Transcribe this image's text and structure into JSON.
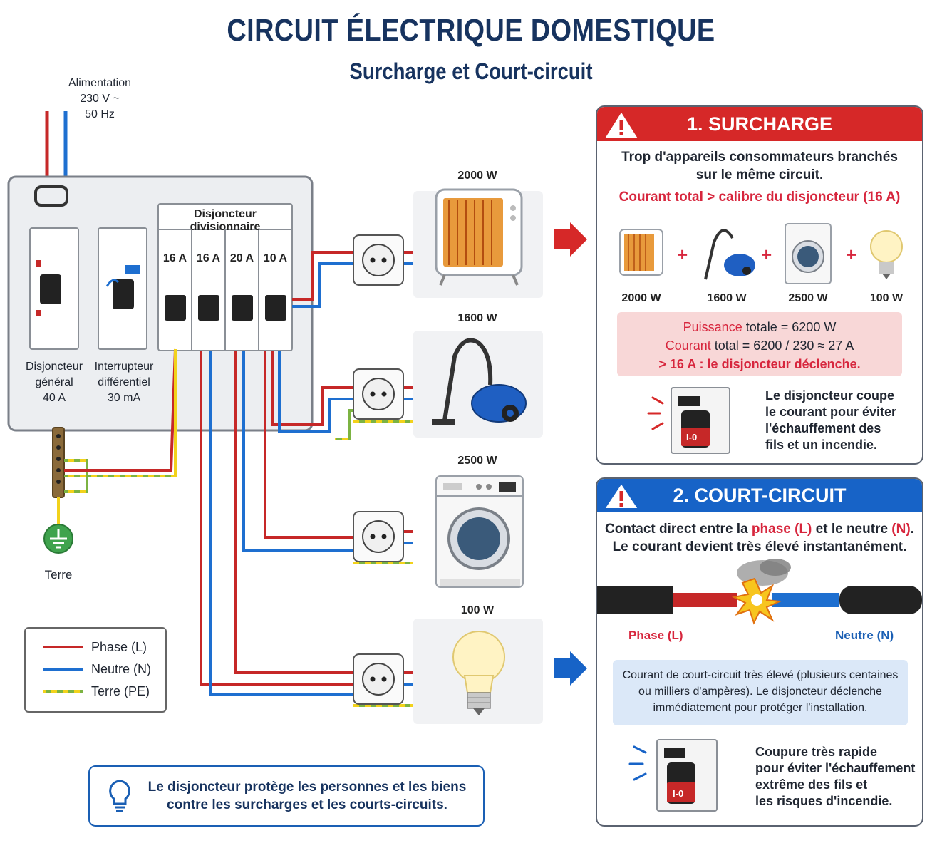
{
  "title": "CIRCUIT ÉLECTRIQUE DOMESTIQUE",
  "subtitle": "Surcharge et Court-circuit",
  "supply": {
    "line1": "Alimentation",
    "line2": "230 V ~",
    "line3": "50 Hz"
  },
  "panel": {
    "divisional_label": "Disjoncteur divisionnaire",
    "breakers": [
      "16 A",
      "16 A",
      "20 A",
      "10 A"
    ],
    "main_breaker": {
      "line1": "Disjoncteur",
      "line2": "général",
      "line3": "40 A"
    },
    "rcd": {
      "line1": "Interrupteur",
      "line2": "différentiel",
      "line3": "30 mA"
    }
  },
  "earth_label": "Terre",
  "appliances": [
    {
      "power": "2000 W",
      "icon": "radiator-icon"
    },
    {
      "power": "1600 W",
      "icon": "vacuum-icon"
    },
    {
      "power": "2500 W",
      "icon": "washing-machine-icon"
    },
    {
      "power": "100 W",
      "icon": "light-bulb-icon"
    }
  ],
  "legend": {
    "phase": "Phase (L)",
    "neutral": "Neutre (N)",
    "earth": "Terre (PE)"
  },
  "tip": {
    "line1": "Le disjoncteur protège les personnes et les biens",
    "line2": "contre les surcharges et les courts-circuits."
  },
  "surcharge": {
    "title": "1. SURCHARGE",
    "desc1": "Trop d'appareils consommateurs branchés",
    "desc2": "sur le même circuit.",
    "condition": "Courant total > calibre du disjoncteur (16 A)",
    "items": [
      "2000 W",
      "1600 W",
      "2500 W",
      "100 W"
    ],
    "plus": "+",
    "calc1_label": "Puissance",
    "calc1_value": "totale = 6200 W",
    "calc2_label": "Courant",
    "calc2_value": "total = 6200 / 230 ≈ 27 A",
    "calc3": "> 16 A : le disjoncteur déclenche.",
    "switch_label": "I-0",
    "note": [
      "Le disjoncteur coupe",
      "le courant pour éviter",
      "l'échauffement des",
      "fils et un incendie."
    ]
  },
  "short_circuit": {
    "title": "2. COURT-CIRCUIT",
    "desc1_a": "Contact direct entre la ",
    "desc1_phase": "phase (L)",
    "desc1_b": " et le neutre ",
    "desc1_neutral": "(N)",
    "desc1_c": ".",
    "desc2": "Le courant devient très élevé instantanément.",
    "phase_label": "Phase (L)",
    "neutral_label": "Neutre (N)",
    "info": [
      "Courant de court-circuit très élevé (plusieurs centaines",
      "ou milliers d'ampères). Le disjoncteur déclenche",
      "immédiatement pour protéger l'installation."
    ],
    "switch_label": "I-0",
    "note": [
      "Coupure très rapide",
      "pour éviter l'échauffement",
      "extrême des fils et",
      "les risques d'incendie."
    ]
  },
  "colors": {
    "phase": "#c62828",
    "neutral": "#1e6fd0",
    "earth_green": "#7cb342",
    "earth_yellow": "#f2d21b",
    "red_banner": "#d62828",
    "blue_banner": "#1763c7",
    "navy": "#17335f"
  }
}
